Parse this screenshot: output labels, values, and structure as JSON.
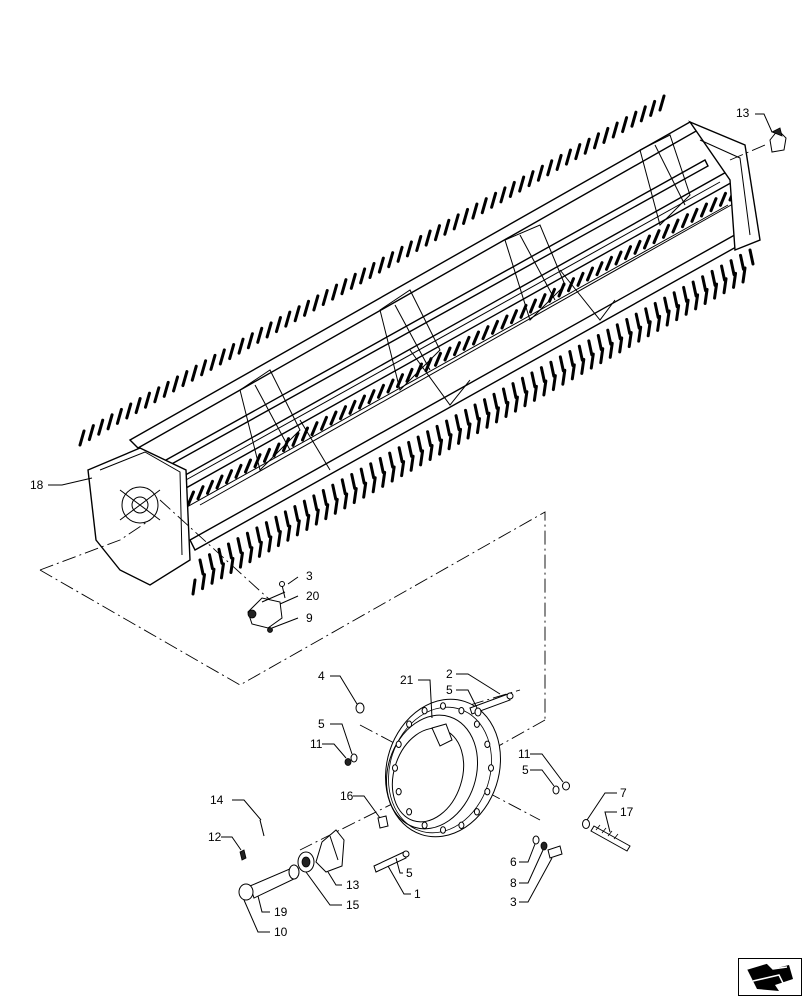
{
  "callouts": [
    {
      "id": "c-13a",
      "text": "13"
    },
    {
      "id": "c-18",
      "text": "18"
    },
    {
      "id": "c-3a",
      "text": "3"
    },
    {
      "id": "c-20",
      "text": "20"
    },
    {
      "id": "c-9",
      "text": "9"
    },
    {
      "id": "c-4",
      "text": "4"
    },
    {
      "id": "c-21",
      "text": "21"
    },
    {
      "id": "c-2",
      "text": "2"
    },
    {
      "id": "c-5a",
      "text": "5"
    },
    {
      "id": "c-5b",
      "text": "5"
    },
    {
      "id": "c-11a",
      "text": "11"
    },
    {
      "id": "c-11b",
      "text": "11"
    },
    {
      "id": "c-5c",
      "text": "5"
    },
    {
      "id": "c-7",
      "text": "7"
    },
    {
      "id": "c-17",
      "text": "17"
    },
    {
      "id": "c-14",
      "text": "14"
    },
    {
      "id": "c-16",
      "text": "16"
    },
    {
      "id": "c-12",
      "text": "12"
    },
    {
      "id": "c-6",
      "text": "6"
    },
    {
      "id": "c-8",
      "text": "8"
    },
    {
      "id": "c-3b",
      "text": "3"
    },
    {
      "id": "c-5d",
      "text": "5"
    },
    {
      "id": "c-1",
      "text": "1"
    },
    {
      "id": "c-13b",
      "text": "13"
    },
    {
      "id": "c-15",
      "text": "15"
    },
    {
      "id": "c-19",
      "text": "19"
    },
    {
      "id": "c-10",
      "text": "10"
    }
  ],
  "nav_icon": "next-page-arrow-icon"
}
